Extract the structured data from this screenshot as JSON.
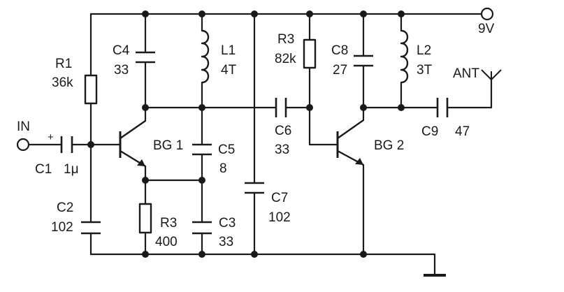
{
  "terminals": {
    "input": "IN",
    "supply": "9V",
    "antenna": "ANT"
  },
  "components": {
    "R1": {
      "ref": "R1",
      "value": "36k"
    },
    "C1": {
      "ref": "C1",
      "value": "1μ",
      "polarity": "+"
    },
    "C2": {
      "ref": "C2",
      "value": "102"
    },
    "C4": {
      "ref": "C4",
      "value": "33"
    },
    "L1": {
      "ref": "L1",
      "value": "4T"
    },
    "C5": {
      "ref": "C5",
      "value": "8"
    },
    "R3a": {
      "ref": "R3",
      "value": "400"
    },
    "C3": {
      "ref": "C3",
      "value": "33"
    },
    "C7": {
      "ref": "C7",
      "value": "102"
    },
    "R3b": {
      "ref": "R3",
      "value": "82k"
    },
    "C6": {
      "ref": "C6",
      "value": "33"
    },
    "C8": {
      "ref": "C8",
      "value": "27"
    },
    "L2": {
      "ref": "L2",
      "value": "3T"
    },
    "C9": {
      "ref": "C9",
      "value": "47"
    },
    "BG1": {
      "ref": "BG 1"
    },
    "BG2": {
      "ref": "BG 2"
    }
  }
}
